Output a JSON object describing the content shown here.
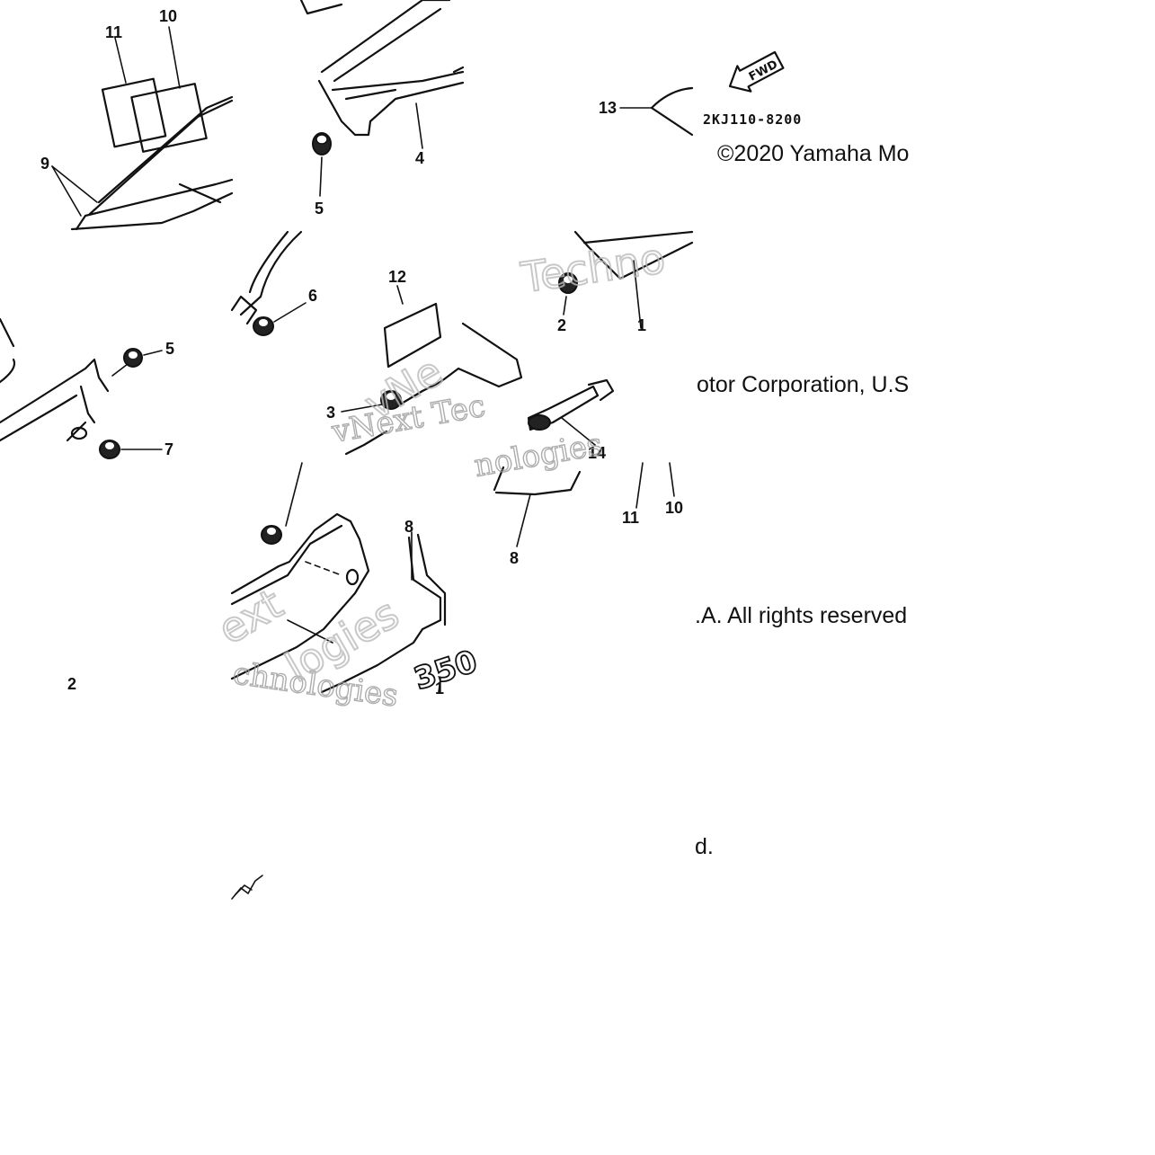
{
  "callouts": {
    "c11a": "11",
    "c10a": "10",
    "c9": "9",
    "c4": "4",
    "c5a": "5",
    "c13": "13",
    "c12": "12",
    "c6": "6",
    "c2a": "2",
    "c1a": "1",
    "c5b": "5",
    "c7": "7",
    "c3": "3",
    "c14": "14",
    "c11b": "11",
    "c10b": "10",
    "c8a": "8",
    "c8b": "8",
    "c2b": "2",
    "c1b": "1"
  },
  "part_number": "2KJ110-8200",
  "fwd_label": "FWD",
  "model_label": "350",
  "copyright_segments": {
    "s1": "©2020 Yamaha Mo",
    "s2": "otor Corporation, U.S",
    "s3": ".A. All rights reserved",
    "s4": "d."
  },
  "watermark_segments": {
    "w1": "Techno",
    "w2": "vNext Tec",
    "w3": "nologies",
    "w4": "ext",
    "w5": "chnologies",
    "w6": "vNe",
    "w7": "logies"
  }
}
